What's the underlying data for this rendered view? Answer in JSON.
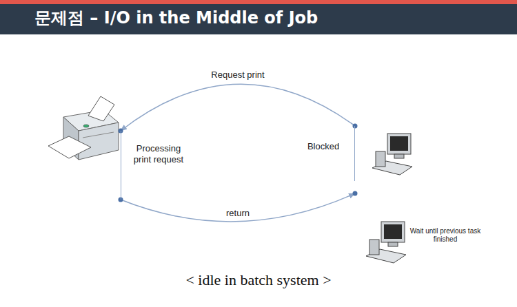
{
  "diagram": {
    "title": "문제점 – I/O in the Middle of Job",
    "caption": "< idle in batch system >",
    "nodes": [
      {
        "text": [
          "Processing print request"
        ]
      },
      {
        "text": [
          "Blocked"
        ]
      },
      {
        "text": [
          "Wait until previous task finished"
        ]
      }
    ],
    "edges": [
      {
        "from": 1,
        "to": 0,
        "label": "Request print",
        "arrow": "to"
      },
      {
        "from": 0,
        "to": 1,
        "label": "return",
        "arrow": "to"
      }
    ]
  }
}
